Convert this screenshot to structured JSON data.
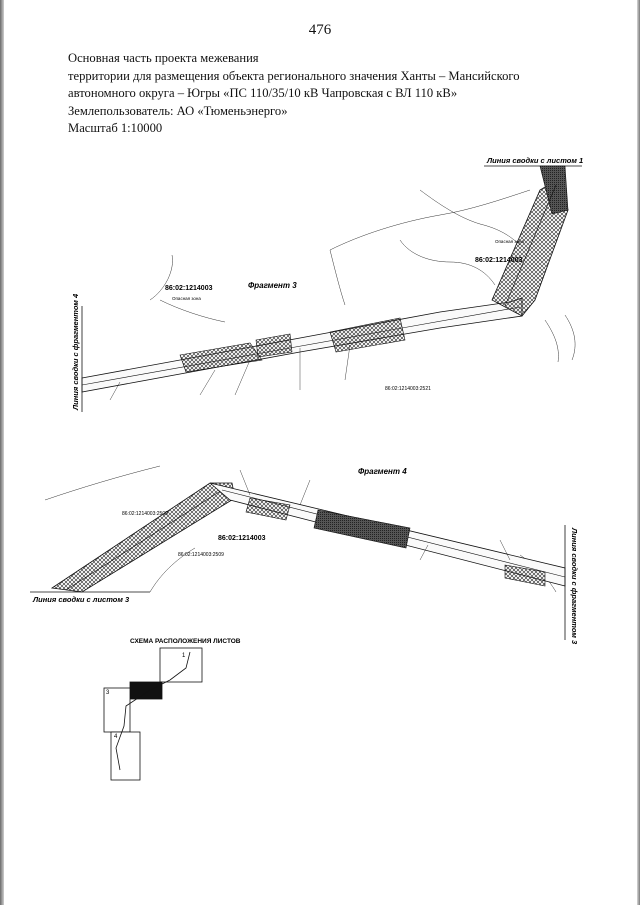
{
  "page_number": "476",
  "header": {
    "line1": "Основная часть проекта межевания",
    "line2": "территории для размещения объекта регионального значения Ханты – Мансийского",
    "line3": "автономного округа – Югры «ПС 110/35/10 кВ Чапровская с ВЛ 110 кВ»",
    "line4": "Землепользователь: АО «Тюменьэнерго»",
    "line5": "Масштаб 1:10000"
  },
  "fragment3": {
    "title": "Фрагмент 3",
    "edge_top": "Линия сводки с листом 1",
    "edge_left": "Линия сводки с фрагментом 4",
    "parcel_main": "86:02:1214003",
    "parcel_right": "86:02:1214003",
    "parcel_lower": "86:02:1214003:2521",
    "label_zone_a": "Опасная зона",
    "label_zone_b": "Опасная зона"
  },
  "fragment4": {
    "title": "Фрагмент 4",
    "edge_bottom": "Линия сводки с листом 3",
    "edge_right": "Линия сводки с фрагментом 3",
    "parcel_main": "86:02:1214003",
    "parcel_lower": "86:02:1214003:2509",
    "parcel_upper": "86:02:1214003:2509"
  },
  "scheme": {
    "title": "СХЕМА РАСПОЛОЖЕНИЯ ЛИСТОВ",
    "sheet1": "1",
    "sheet3": "3",
    "sheet4": "4"
  }
}
